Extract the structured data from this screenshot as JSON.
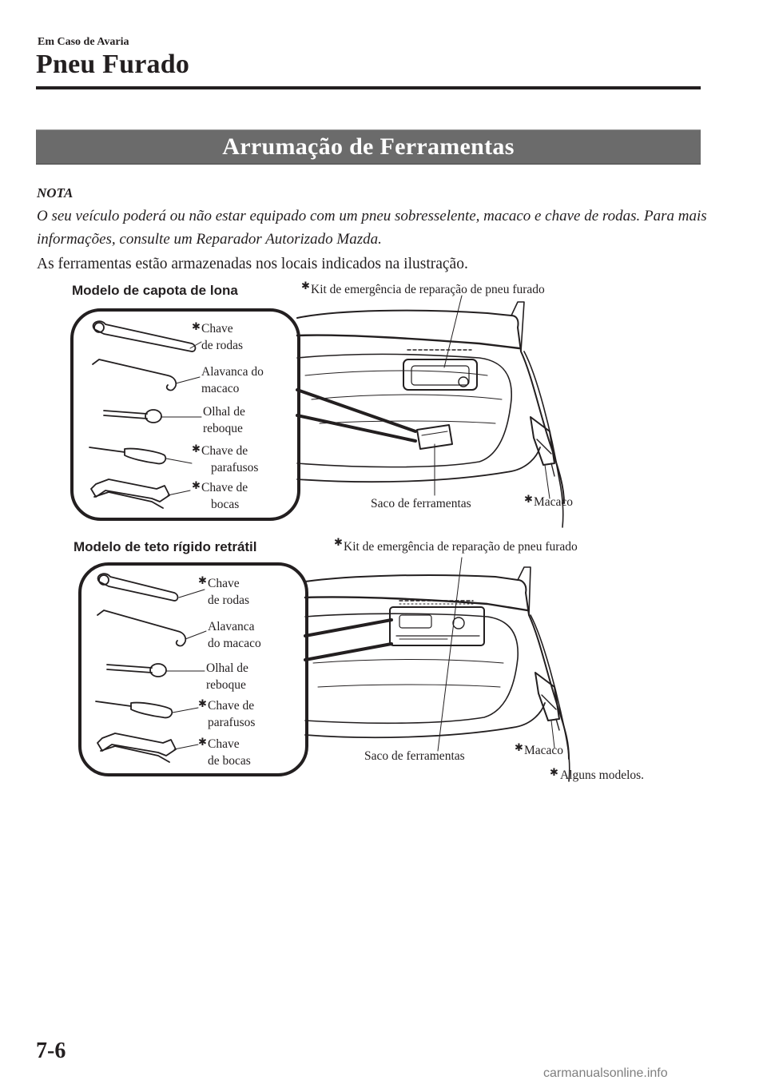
{
  "header": {
    "section": "Em Caso de Avaria",
    "chapter": "Pneu Furado"
  },
  "banner": {
    "title": "Arrumação de Ferramentas"
  },
  "note": {
    "heading": "NOTA",
    "text": "O seu veículo poderá ou não estar equipado com um pneu sobresselente, macaco e chave de rodas. Para mais informações, consulte um Reparador Autorizado Mazda."
  },
  "intro": "As ferramentas estão armazenadas nos locais indicados na ilustração.",
  "asterisk": "✱",
  "figure1": {
    "caption": "Modelo de capota de lona",
    "kit": "Kit de emergência de reparação de pneu furado",
    "tools": {
      "wheel_wrench": [
        "Chave",
        "de rodas"
      ],
      "jack_lever": [
        "Alavanca do",
        "macaco"
      ],
      "tow_hook": [
        "Olhal de",
        "reboque"
      ],
      "screwdriver": [
        "Chave de",
        "parafusos"
      ],
      "spanner": [
        "Chave de",
        "bocas"
      ]
    },
    "bag": "Saco de ferramentas",
    "jack": "Macaco"
  },
  "figure2": {
    "caption": "Modelo de teto rígido retrátil",
    "kit": "Kit de emergência de reparação de pneu furado",
    "tools": {
      "wheel_wrench": [
        "Chave",
        "de rodas"
      ],
      "jack_lever": [
        "Alavanca",
        "do macaco"
      ],
      "tow_hook": [
        "Olhal de",
        "reboque"
      ],
      "screwdriver": [
        "Chave de",
        "parafusos"
      ],
      "spanner": [
        "Chave",
        "de bocas"
      ]
    },
    "bag": "Saco de ferramentas",
    "jack": "Macaco"
  },
  "footnote": "Alguns modelos.",
  "page_number": "7-6",
  "watermark": "carmanualsonline.info"
}
